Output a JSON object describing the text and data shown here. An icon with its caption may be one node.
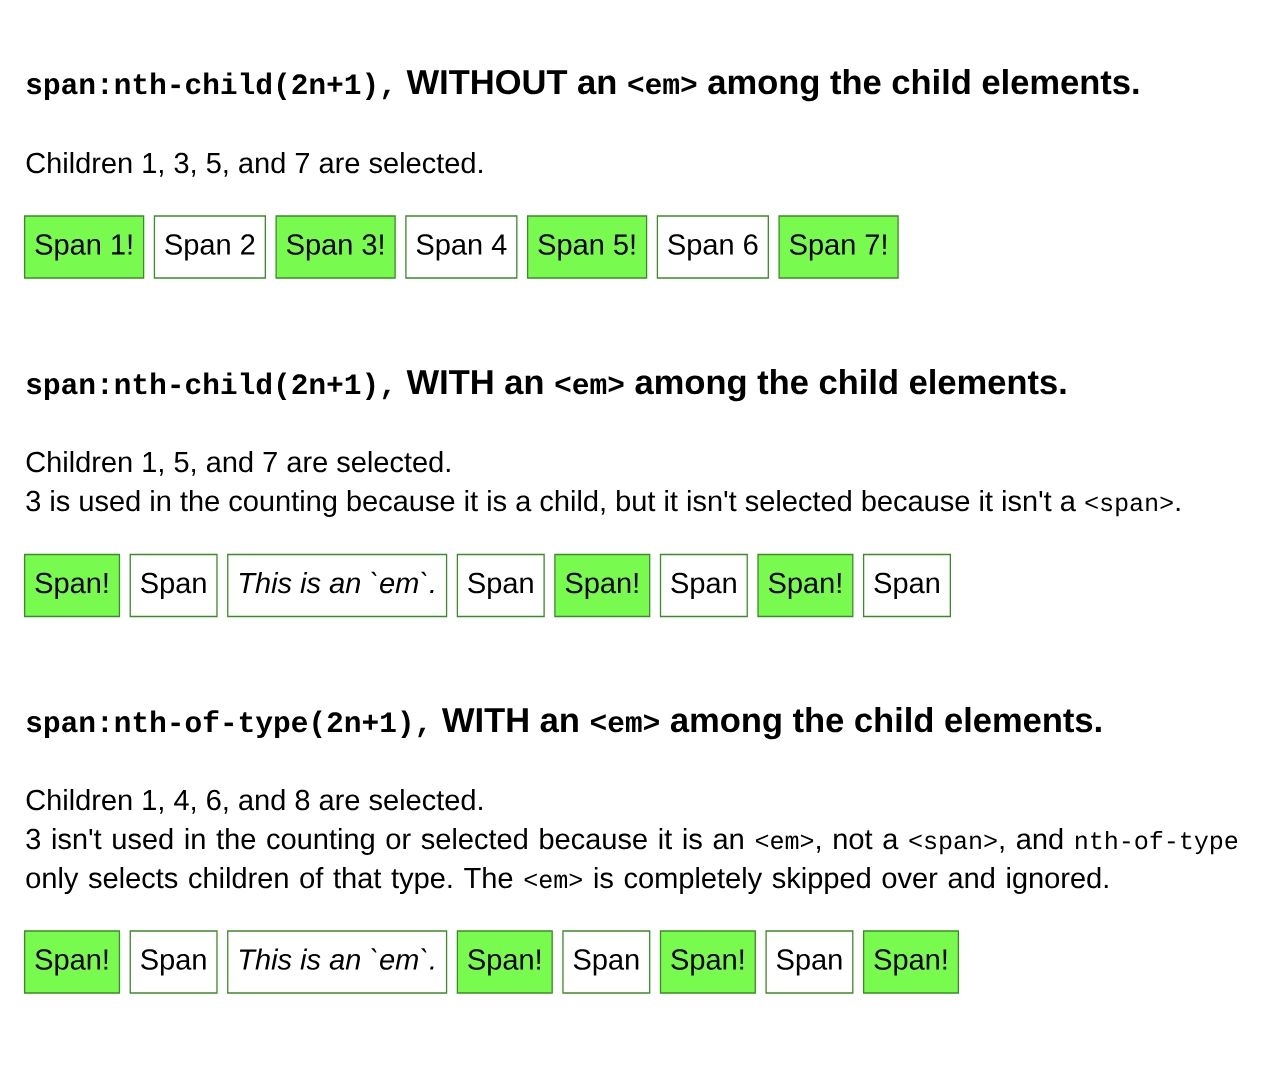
{
  "diagram": {
    "nodes": [
      {
        "text": [
          "Span 1!"
        ]
      },
      {
        "text": [
          "Span 2"
        ]
      },
      {
        "text": [
          "Span 3!"
        ]
      },
      {
        "text": [
          "Span 4"
        ]
      },
      {
        "text": [
          "Span 5!"
        ]
      },
      {
        "text": [
          "Span 6"
        ]
      },
      {
        "text": [
          "Span 7!"
        ]
      },
      {
        "text": [
          "Span!"
        ]
      },
      {
        "text": [
          "Span"
        ]
      },
      {
        "text": [
          "This is an `em`."
        ]
      },
      {
        "text": [
          "Span"
        ]
      },
      {
        "text": [
          "Span!"
        ]
      },
      {
        "text": [
          "Span"
        ]
      },
      {
        "text": [
          "Span!"
        ]
      },
      {
        "text": [
          "Span"
        ]
      },
      {
        "text": [
          "Span!"
        ]
      },
      {
        "text": [
          "Span"
        ]
      },
      {
        "text": [
          "This is an `em`."
        ]
      },
      {
        "text": [
          "Span!"
        ]
      },
      {
        "text": [
          "Span"
        ]
      },
      {
        "text": [
          "Span!"
        ]
      },
      {
        "text": [
          "Span"
        ]
      },
      {
        "text": [
          "Span!"
        ]
      }
    ],
    "labels": [
      "span:nth-child(2n+1), WITHOUT an <em> among the child elements.",
      "Children 1, 3, 5, and 7 are selected.",
      "span:nth-child(2n+1), WITH an <em> among the child elements.",
      "Children 1, 5, and 7 are selected.",
      "3 is used in the counting because it is a child, but it isn't selected because it isn't a <span>.",
      "span:nth-of-type(2n+1), WITH an <em> among the child elements.",
      "Children 1, 4, 6, and 8 are selected.",
      "3 isn't used in the counting or selected because it is an <em>, not a <span>, and nth-of-type only selects children of that type. The <em> is completely skipped over and ignored."
    ]
  }
}
